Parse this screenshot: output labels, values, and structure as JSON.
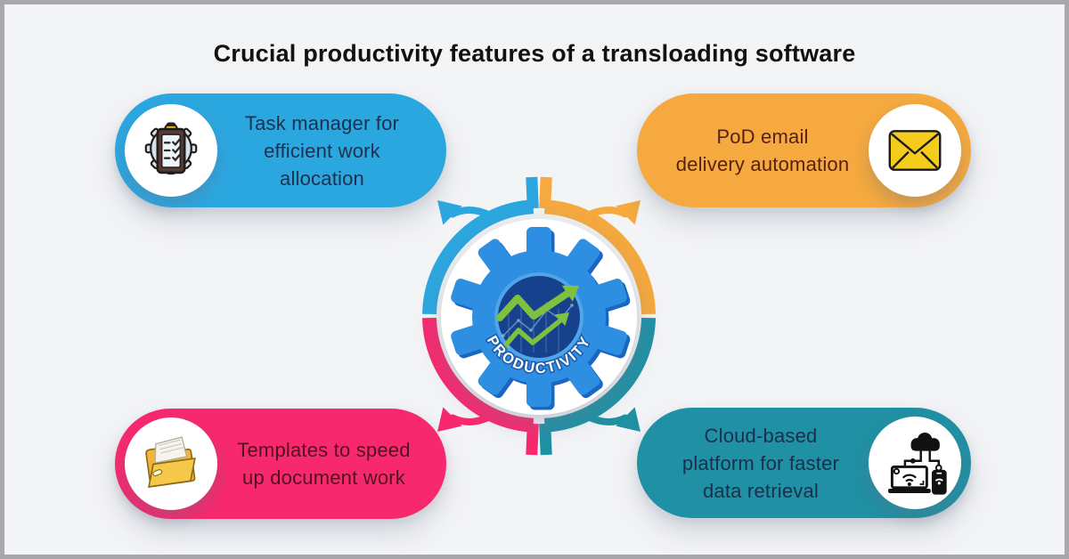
{
  "title": "Crucial productivity features of a transloading software",
  "center": {
    "label": "PRODUCTIVITY"
  },
  "features": [
    {
      "name": "task-manager",
      "position": "top-left",
      "lines": [
        "Task manager for",
        "efficient work",
        "allocation"
      ],
      "color": "#2BA7E0",
      "text_color": "#20304F",
      "icon": "clipboard-checklist-icon"
    },
    {
      "name": "pod-email",
      "position": "top-right",
      "lines": [
        "PoD email",
        "delivery automation"
      ],
      "color": "#F5A93E",
      "text_color": "#56220F",
      "icon": "envelope-icon"
    },
    {
      "name": "templates",
      "position": "bottom-left",
      "lines": [
        "Templates to speed",
        "up document work"
      ],
      "color": "#F8286E",
      "text_color": "#521220",
      "icon": "folder-icon"
    },
    {
      "name": "cloud-platform",
      "position": "bottom-right",
      "lines": [
        "Cloud-based",
        "platform for faster",
        "data retrieval"
      ],
      "color": "#2090A4",
      "text_color": "#17314D",
      "icon": "cloud-devices-icon"
    }
  ],
  "colors": {
    "background": "#F3F4F6",
    "frame_border": "#A8A8AC",
    "title_text": "#111111",
    "blue": "#2BA7E0",
    "orange": "#F5A93E",
    "pink": "#F8286E",
    "teal": "#2090A4",
    "gear_blue": "#2E8FE2",
    "gear_shadow_blue": "#1A66C0",
    "gear_ring": "#4FA5E8",
    "gear_center": "#16418C",
    "chart_green": "#7EC13E",
    "label_outline": "#1E5AAB",
    "label_text": "#FFFFFF"
  }
}
